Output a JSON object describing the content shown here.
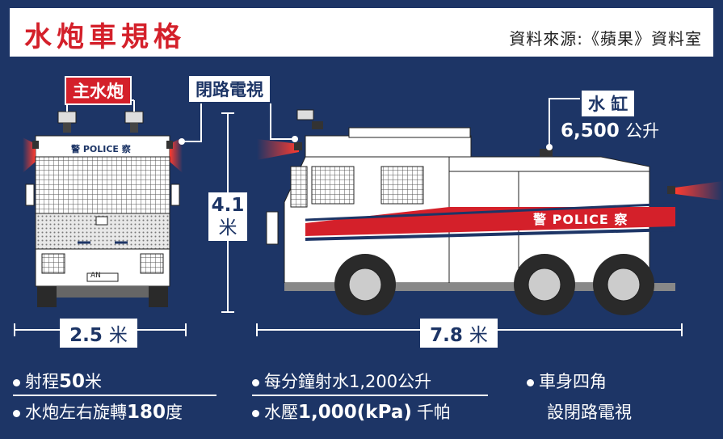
{
  "header": {
    "title": "水炮車規格",
    "source": "資料來源:《蘋果》資料室"
  },
  "labels": {
    "main_cannon": "主水炮",
    "cctv": "閉路電視",
    "tank_title": "水 缸",
    "tank_value": "6,500",
    "tank_unit": "公升"
  },
  "vehicle": {
    "police_text": "POLICE",
    "police_char_left": "警",
    "police_char_right": "察",
    "plate": "AN"
  },
  "dimensions": {
    "height_value": "4.1",
    "height_unit": "米",
    "width_value": "2.5",
    "width_unit": "米",
    "length_value": "7.8",
    "length_unit": "米"
  },
  "specs": {
    "range_label": "射程",
    "range_value": "50",
    "range_unit": "米",
    "rotate_label": "水炮左右旋轉",
    "rotate_value": "180",
    "rotate_unit": "度",
    "flow_text": "每分鐘射水1,200公升",
    "pressure_label": "水壓",
    "pressure_value": "1,000",
    "pressure_unit_a": "(kPa)",
    "pressure_unit_b": "千帕",
    "cctv_line1": "車身四角",
    "cctv_line2": "設閉路電視"
  },
  "colors": {
    "background": "#1d3566",
    "accent_red": "#d4202a",
    "white": "#ffffff"
  }
}
